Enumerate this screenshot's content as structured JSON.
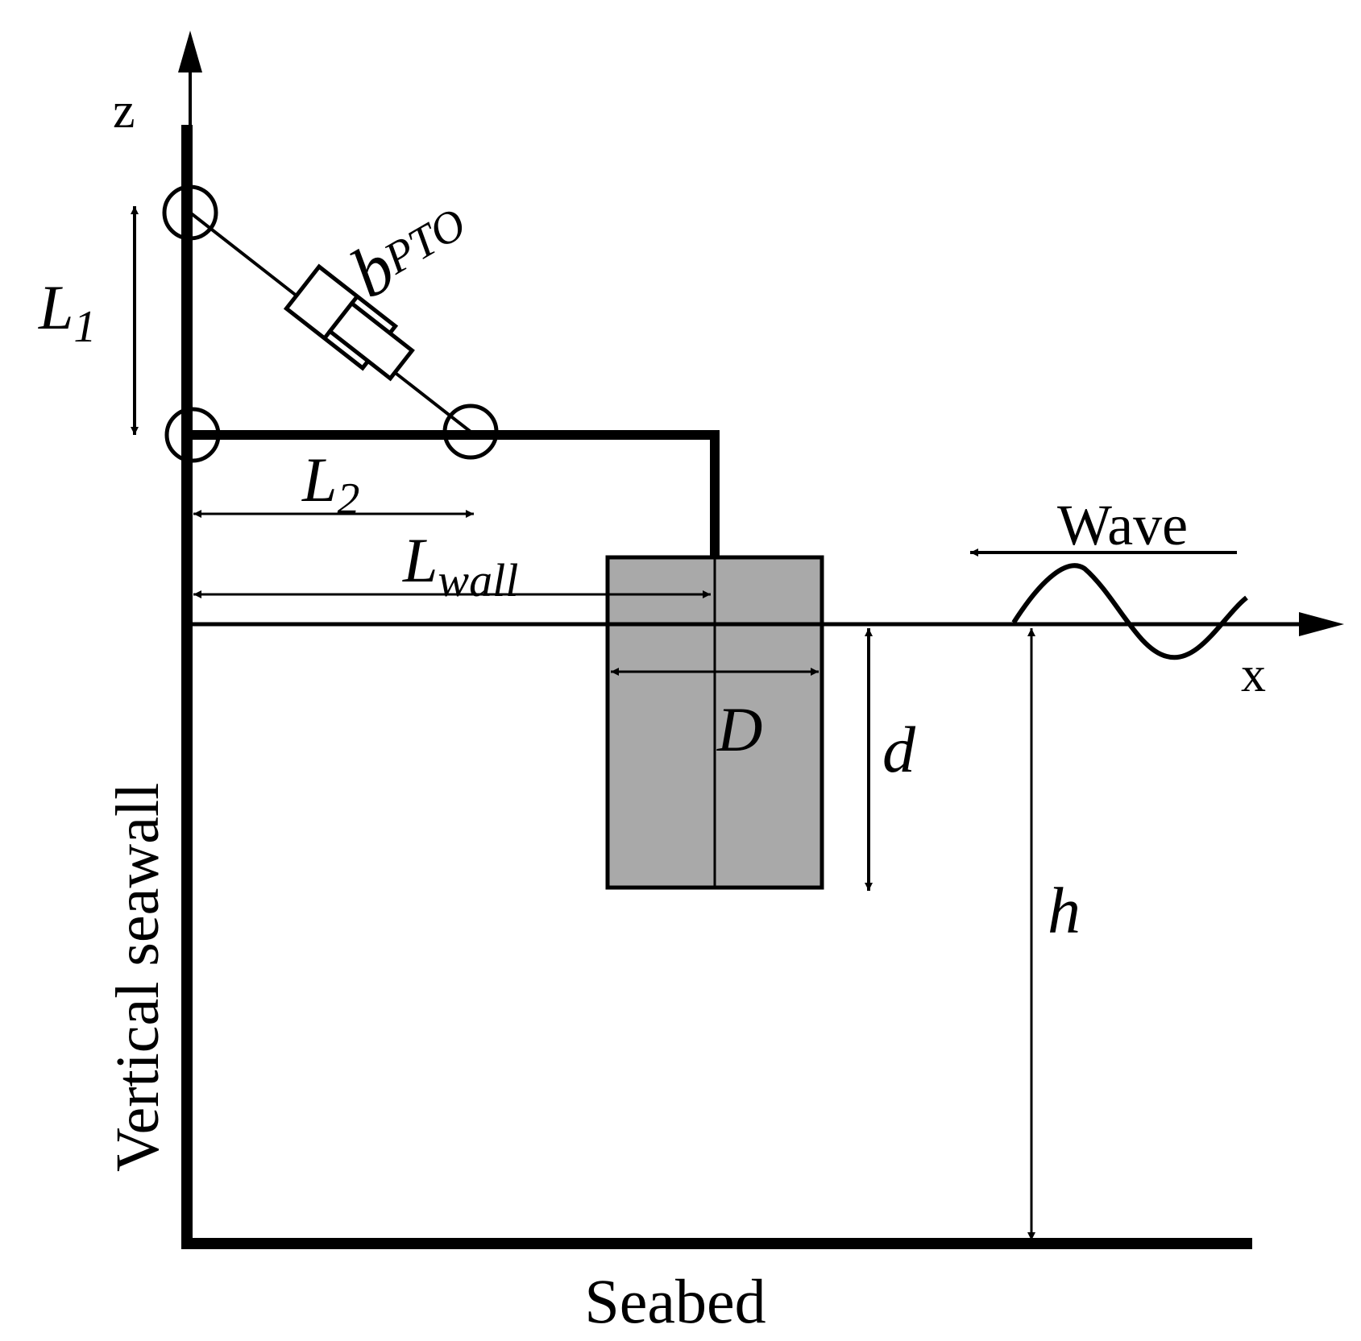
{
  "labels": {
    "z_axis": "z",
    "x_axis": "x",
    "L1_main": "L",
    "L1_sub": "1",
    "L2_main": "L",
    "L2_sub": "2",
    "Lwall_main": "L",
    "Lwall_sub": "wall",
    "b_main": "b",
    "b_sub": "PTO",
    "D": "D",
    "d": "d",
    "h": "h",
    "wave": "Wave",
    "seawall": "Vertical seawall",
    "seabed": "Seabed"
  },
  "colors": {
    "line": "#000000",
    "floater_fill": "#a9a9a9",
    "background": "#ffffff"
  }
}
